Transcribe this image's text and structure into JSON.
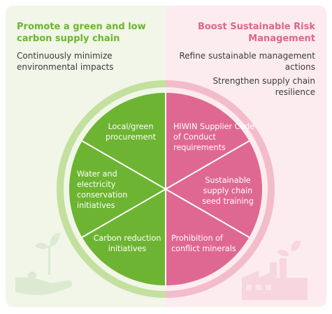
{
  "left": {
    "title": "Promote a green and low carbon supply chain",
    "description": "Continuously minimize environmental impacts",
    "accent_color": "#6bb52c",
    "icon": "hand-holding-sprout-icon"
  },
  "right": {
    "title": "Boost Sustainable Risk Management",
    "description_1": "Refine sustainable management actions",
    "description_2": "Strengthen supply chain resilience",
    "accent_color": "#e0648a",
    "icon": "factory-with-leaves-icon"
  },
  "wheel": {
    "segments": {
      "local": "Local/green procurement",
      "water": "Water and electricity conservation initiatives",
      "carbon": "Carbon reduction initiatives",
      "hiwin": "HIWIN Supplier Code of Conduct requirements",
      "seed": "Sustainable supply chain seed training",
      "minerals": "Prohibition of conflict minerals"
    },
    "colors": {
      "green_fill": "#6db432",
      "green_ring": "#c3e09e",
      "pink_fill": "#df6892",
      "pink_ring": "#f3bccb"
    }
  }
}
